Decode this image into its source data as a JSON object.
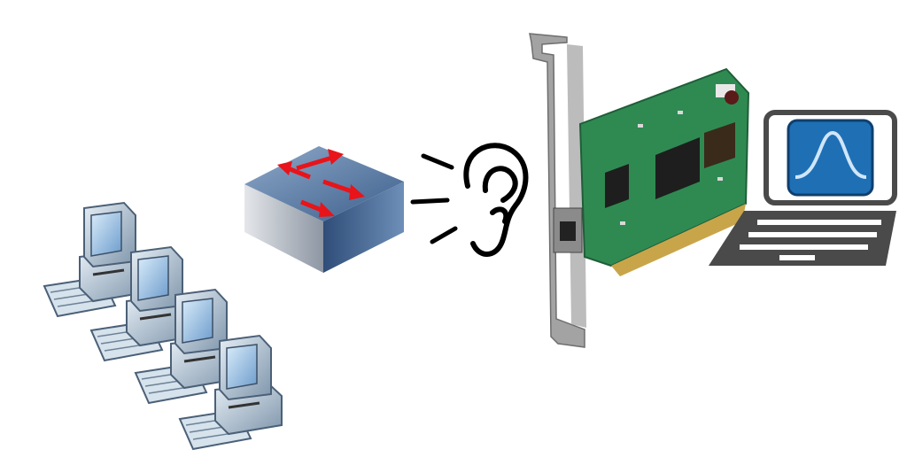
{
  "diagram": {
    "nodes": [
      {
        "id": "workstations",
        "icon": "workstation-group-icon",
        "count": 4
      },
      {
        "id": "switch",
        "icon": "network-switch-icon"
      },
      {
        "id": "sniffing",
        "icon": "ear-listening-icon"
      },
      {
        "id": "nic",
        "icon": "network-interface-card-icon"
      },
      {
        "id": "analyzer",
        "icon": "laptop-wireshark-icon"
      }
    ],
    "colors": {
      "switch_top": "#4f6f98",
      "switch_arrow": "#e8141a",
      "monitor_screen": "#9cc3e6",
      "pcb_green": "#2f8a52",
      "bracket": "#9a9a9a",
      "laptop": "#4a4a4a",
      "wireshark_blue": "#1f6fb5"
    }
  }
}
